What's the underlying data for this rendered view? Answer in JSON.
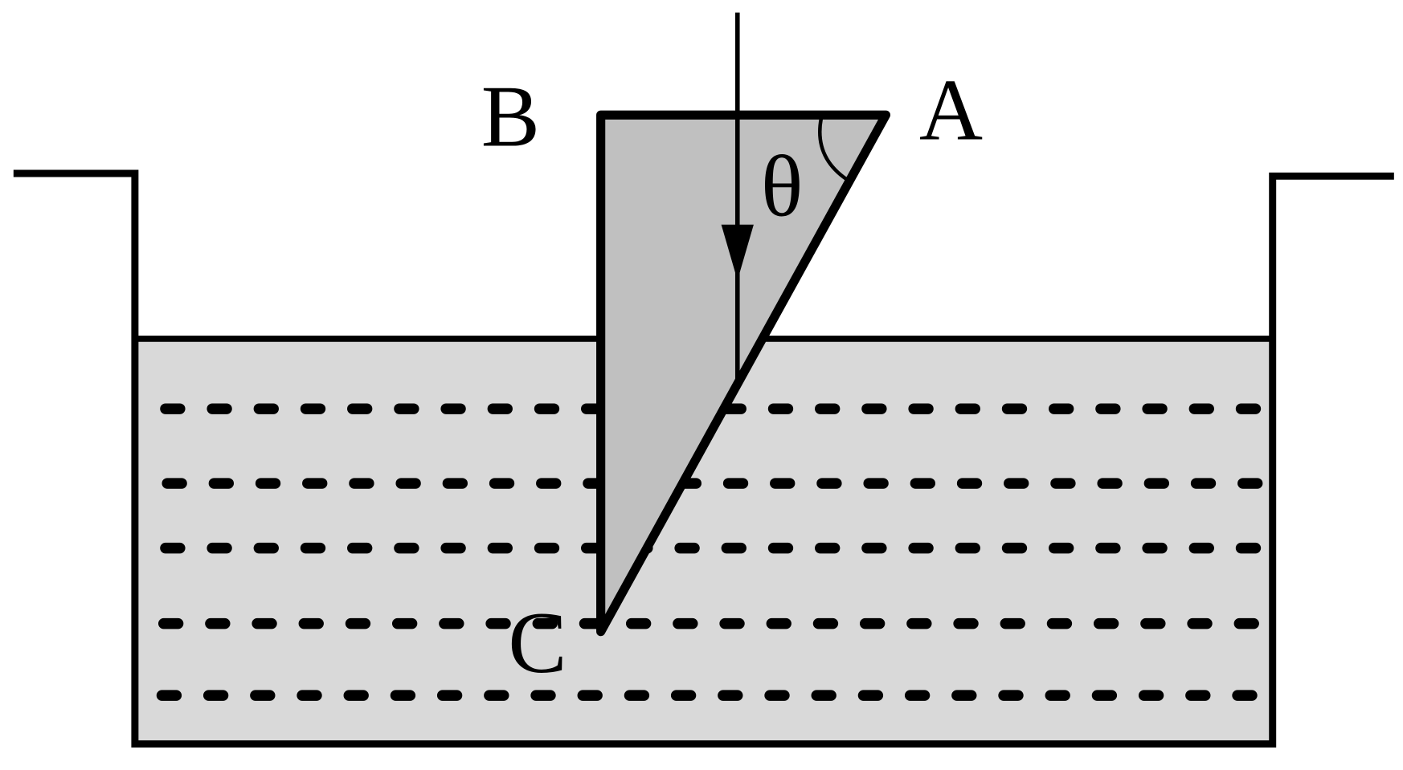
{
  "labels": {
    "A": "A",
    "B": "B",
    "C": "C",
    "theta": "θ"
  },
  "colors": {
    "liquid": "#d9d9d9",
    "prism": "#c0c0c0",
    "line": "#000000"
  }
}
